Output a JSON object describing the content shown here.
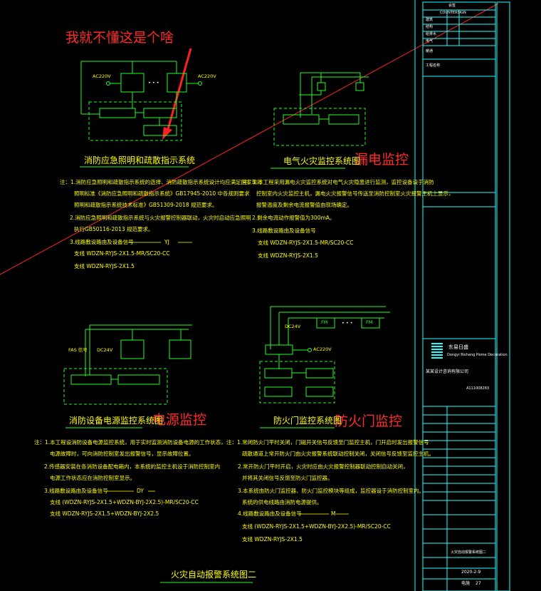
{
  "annotations": {
    "question": "我就不懂这是个啥",
    "leakage": "漏电监控",
    "power": "电源监控",
    "firedoor": "防火门监控"
  },
  "diagram_titles": {
    "lighting": "消防应急照明和疏散指示系统",
    "leakage": "电气火灾监控系统图",
    "power": "消防设备电源监控系统图",
    "firedoor": "防火门监控系统图",
    "bottom": "火灾自动报警系统图二"
  },
  "lighting": {
    "ac_left": "AC220V",
    "ac_right": "AC220V",
    "dots": "• • •",
    "notes": [
      "注：1.消防应急照明和疏散指示系统的选择、消防疏散指示系统设计均应满足国家现行",
      "照明标准《消防应急照明和疏散指示系统》GB17945-2010 中各规则要求",
      "照明和疏散指示系统技术标准》GB51309-2018 规范要求。",
      "2.消防应急照明和疏散指示系统与火灾报警控制器联动，火灾时启动应急照明",
      "执行GB50116-2013 规范要求。",
      "3.线路敷设路由及设备信号"
    ],
    "legend_sym": "YJ",
    "cables": [
      "支线   WDZN-RYJS-2X1.5-MR/SC20-CC",
      "支线   WDZN-RYJS-2X1.5"
    ]
  },
  "leakage": {
    "notes": [
      "注：1.本工程采用漏电火灾监控系统对电气火灾隐患进行监测，监控设备设于消防",
      "控制室内火灾监控主机，漏电火灾报警信号传送至消防控制室火灾报警主机上显示，",
      "报警温度及剩余电流报警值由现场确定。",
      "2.剩余电流动作报警值为300mA。",
      "3.线路敷设路由及设备信号",
      "支线   WDZN-RYJS-2X1.5-MR/SC20-CC",
      "支线   WDZN-RYJS-2X1.5"
    ]
  },
  "power": {
    "fas_label": "FAS 信号",
    "dc_label": "DC24V",
    "notes": [
      "注：1.本工程设消防设备电源监控系统，用于实时监测消防设备电源的工作状态，",
      "电源故障时，可向消防控制室发出报警信号，显示故障位置。",
      "2.传感器安装在各消防设备配电箱内，本系统的监控主机设于消防控制室内",
      "电源工作状态应在消防控制室显示。",
      "3.线路敷设路由及设备信号"
    ],
    "legend_sym": "DY",
    "cables": [
      "支线   (WDZN-RYJS-2X1.5+WDZN-BYJ-2X2.5)-MR/SC20-CC",
      "支线   WDZN-RYJS-2X1.5+WDZN-BYJ-2X2.5"
    ]
  },
  "firedoor": {
    "dc_label": "DC24V",
    "ac_label": "AC220V",
    "fm1": "FM",
    "fm2": "FM",
    "dots": "• • •",
    "notes": [
      "注：1.常闭防火门平时关闭，门磁开关信号反馈至门监控主机，门开启时发出报警信号",
      "疏散通道上常开防火门由火灾报警系统联动控制关闭，关闭信号反馈至监控主机。",
      "2.常开防火门平时开启，火灾时应由火灾报警控制器联动控制自动关闭，",
      "并将其关闭信号反馈至防火门监控器。",
      "3.本系统由防火门监控器、防火门监控模块等组成，监控器设于消防控制室内。",
      "系统的供电线路由消防电源提供。",
      "4.线路敷设路由及设备信号"
    ],
    "legend_sym": "M",
    "cables": [
      "支线   (WDZN-RYJS-2X1.5+WDZN-BYJ-2X2.5)-MR/SC20-CC",
      "支线   WDZN-RYJS-2X1.5"
    ]
  },
  "title_block": {
    "rows_top": [
      "会签",
      "COUNTERSIGN",
      "建筑",
      "结构",
      "给排水",
      "电气",
      "暖通"
    ],
    "project_label": "工程名称",
    "company": "东易日盛",
    "company_en": "Dongyi Risheng Home Decoration",
    "design_unit": "某某设计咨询有限公司",
    "cert": "A111008283",
    "date": "2020-2-9",
    "sheet_no": "27",
    "sheet_label": "电施",
    "drawing_name": "火灾自动报警系统图二"
  },
  "colors": {
    "background": "#000000",
    "diagram_lines": "#22ff22",
    "labels": "#ffff00",
    "frame": "#22ffff",
    "annotation": "#ff2a2a"
  }
}
